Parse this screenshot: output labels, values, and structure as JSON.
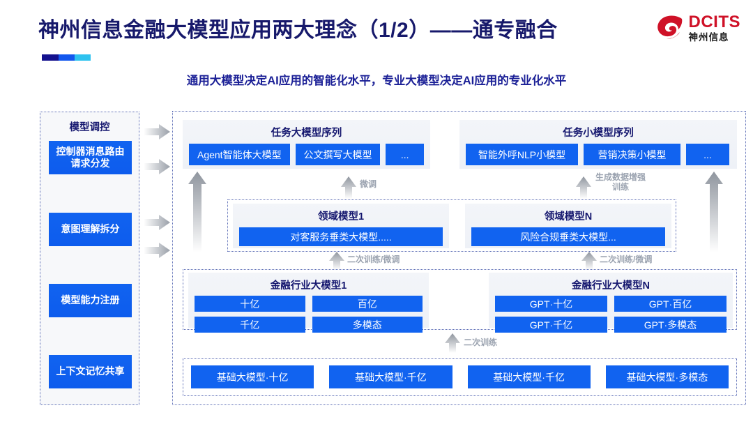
{
  "header": {
    "title": "神州信息金融大模型应用两大理念（1/2）——通专融合",
    "subtitle": "通用大模型决定AI应用的智能化水平，专业大模型决定AI应用的专业化水平",
    "accent_colors": [
      "#14118e",
      "#1357ee",
      "#2ec2ef"
    ],
    "title_color": "#17196b"
  },
  "logo": {
    "en": "DCITS",
    "cn": "神州信息",
    "mark_color": "#cf1127"
  },
  "control_panel": {
    "title": "模型调控",
    "buttons": [
      {
        "label": "控制器消息路由请求分发"
      },
      {
        "label": "意图理解拆分"
      },
      {
        "label": "模型能力注册"
      },
      {
        "label": "上下文记忆共享"
      }
    ]
  },
  "diagram": {
    "accent": "#1163f0",
    "row1": {
      "left": {
        "title": "任务大模型序列",
        "chips": [
          "Agent智能体大模型",
          "公文撰写大模型",
          "..."
        ]
      },
      "right": {
        "title": "任务小模型序列",
        "chips": [
          "智能外呼NLP小模型",
          "营销决策小模型",
          "..."
        ]
      }
    },
    "row2": {
      "left": {
        "title": "领域模型1",
        "chips": [
          "对客服务垂类大模型....."
        ]
      },
      "right": {
        "title": "领域模型N",
        "chips": [
          "风险合规垂类大模型..."
        ]
      }
    },
    "row3": {
      "left": {
        "title": "金融行业大模型1",
        "chips": [
          "十亿",
          "百亿",
          "千亿",
          "多模态"
        ]
      },
      "right": {
        "title": "金融行业大模型N",
        "chips": [
          "GPT·十亿",
          "GPT·百亿",
          "GPT·千亿",
          "GPT·多模态"
        ]
      }
    },
    "row4": {
      "chips": [
        "基础大模型·十亿",
        "基础大模型·千亿",
        "基础大模型·千亿",
        "基础大模型·多模态"
      ]
    },
    "arrow_labels": {
      "fine_tune": "微调",
      "data_aug": "生成数据增强\n训练",
      "retrain_finetune_left": "二次训练/微调",
      "retrain_finetune_right": "二次训练/微调",
      "retrain": "二次训练"
    }
  }
}
